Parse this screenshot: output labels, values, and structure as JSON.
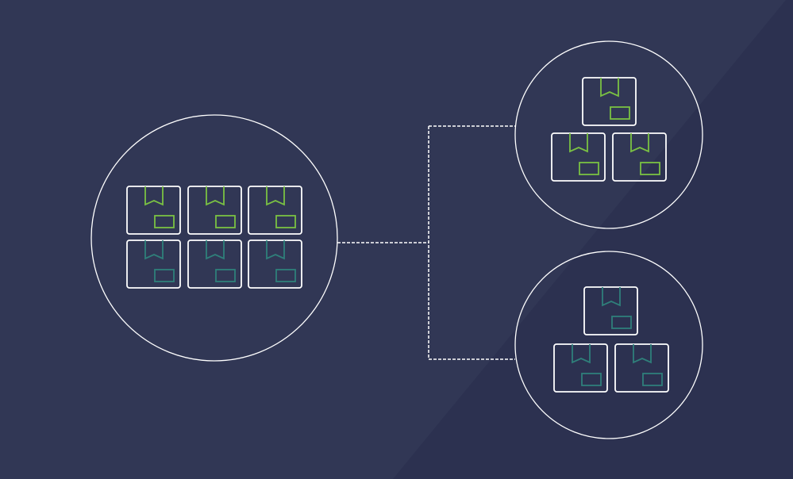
{
  "colors": {
    "background": "#313755",
    "background_shade": "#2c3150",
    "outline": "#ffffff",
    "green": "#7ac143",
    "teal": "#2f7f7a"
  },
  "groups": {
    "source": {
      "rows": [
        [
          "green",
          "green",
          "green"
        ],
        [
          "teal",
          "teal",
          "teal"
        ]
      ]
    },
    "target_top": {
      "boxes": [
        "green",
        "green",
        "green"
      ]
    },
    "target_bottom": {
      "boxes": [
        "teal",
        "teal",
        "teal"
      ]
    }
  }
}
